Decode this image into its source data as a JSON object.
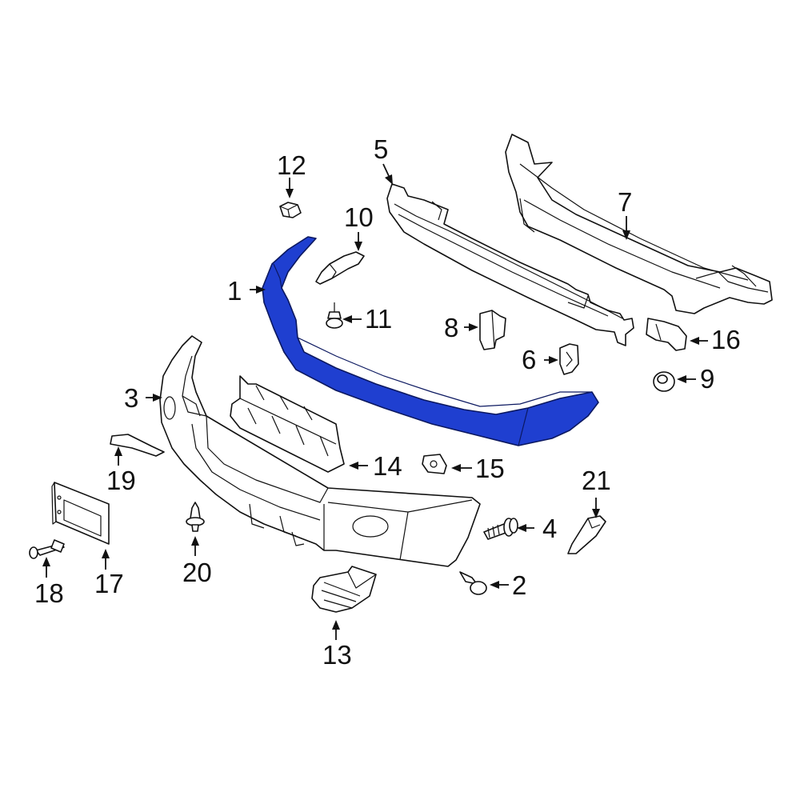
{
  "callouts": [
    {
      "id": "c1",
      "text": "1"
    },
    {
      "id": "c2",
      "text": "2"
    },
    {
      "id": "c3",
      "text": "3"
    },
    {
      "id": "c4",
      "text": "4"
    },
    {
      "id": "c5",
      "text": "5"
    },
    {
      "id": "c6",
      "text": "6"
    },
    {
      "id": "c7",
      "text": "7"
    },
    {
      "id": "c8",
      "text": "8"
    },
    {
      "id": "c9",
      "text": "9"
    },
    {
      "id": "c10",
      "text": "10"
    },
    {
      "id": "c11",
      "text": "11"
    },
    {
      "id": "c12",
      "text": "12"
    },
    {
      "id": "c13",
      "text": "13"
    },
    {
      "id": "c14",
      "text": "14"
    },
    {
      "id": "c15",
      "text": "15"
    },
    {
      "id": "c16",
      "text": "16"
    },
    {
      "id": "c17",
      "text": "17"
    },
    {
      "id": "c18",
      "text": "18"
    },
    {
      "id": "c19",
      "text": "19"
    },
    {
      "id": "c20",
      "text": "20"
    },
    {
      "id": "c21",
      "text": "21"
    }
  ],
  "colors": {
    "highlight": "#1f3fd0",
    "line": "#111111",
    "background": "#ffffff"
  }
}
